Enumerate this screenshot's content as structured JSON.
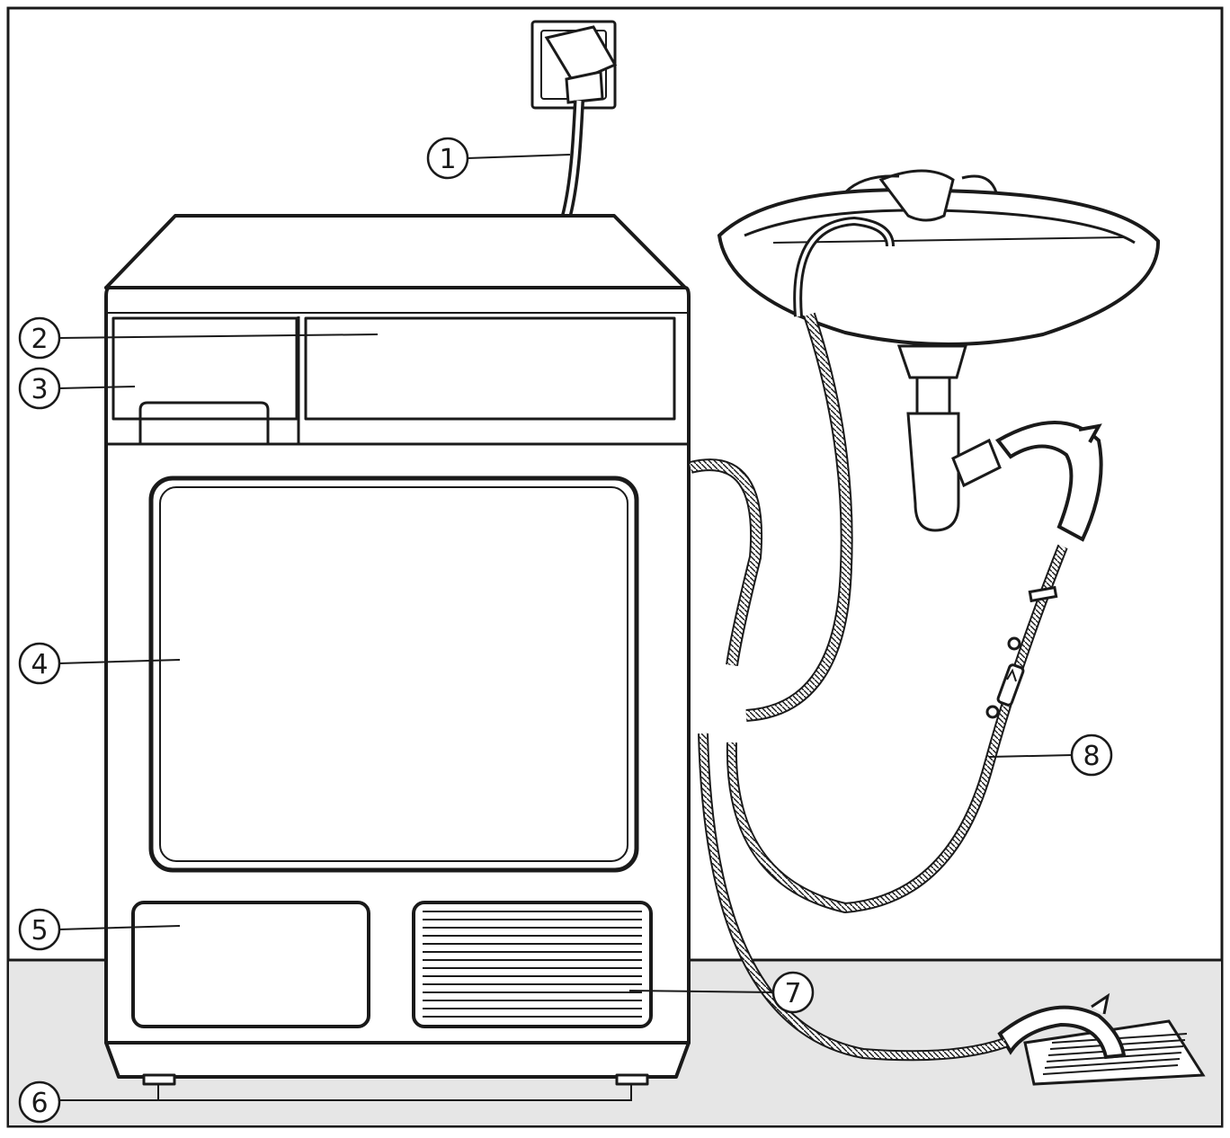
{
  "callouts": [
    {
      "number": "1",
      "part": "power-cable"
    },
    {
      "number": "2",
      "part": "control-panel"
    },
    {
      "number": "3",
      "part": "water-container"
    },
    {
      "number": "4",
      "part": "door"
    },
    {
      "number": "5",
      "part": "heat-exchanger-access-panel"
    },
    {
      "number": "6",
      "part": "adjustable-feet"
    },
    {
      "number": "7",
      "part": "air-inlet-vent"
    },
    {
      "number": "8",
      "part": "drain-hose"
    }
  ],
  "colors": {
    "line": "#1a1a1a",
    "background": "#ffffff",
    "floor": "#e6e6e6"
  }
}
